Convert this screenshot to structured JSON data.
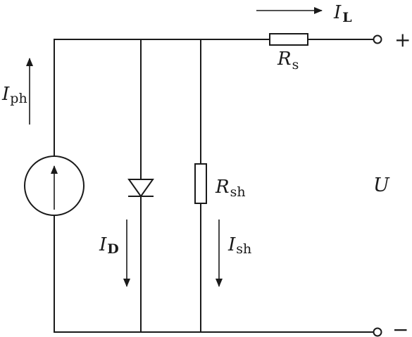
{
  "labels": {
    "load_current": {
      "symbol": "I",
      "subscript": "L"
    },
    "series_resistor": {
      "symbol": "R",
      "subscript": "s"
    },
    "photo_current": {
      "symbol": "I",
      "subscript": "ph"
    },
    "shunt_resistor": {
      "symbol": "R",
      "subscript": "sh"
    },
    "diode_current": {
      "symbol": "I",
      "subscript": "D"
    },
    "shunt_current": {
      "symbol": "I",
      "subscript": "sh"
    },
    "output_voltage": "U",
    "positive_terminal": "+",
    "negative_terminal": "−"
  },
  "colors": {
    "ink": "#1a1a1a",
    "background": "#ffffff"
  }
}
